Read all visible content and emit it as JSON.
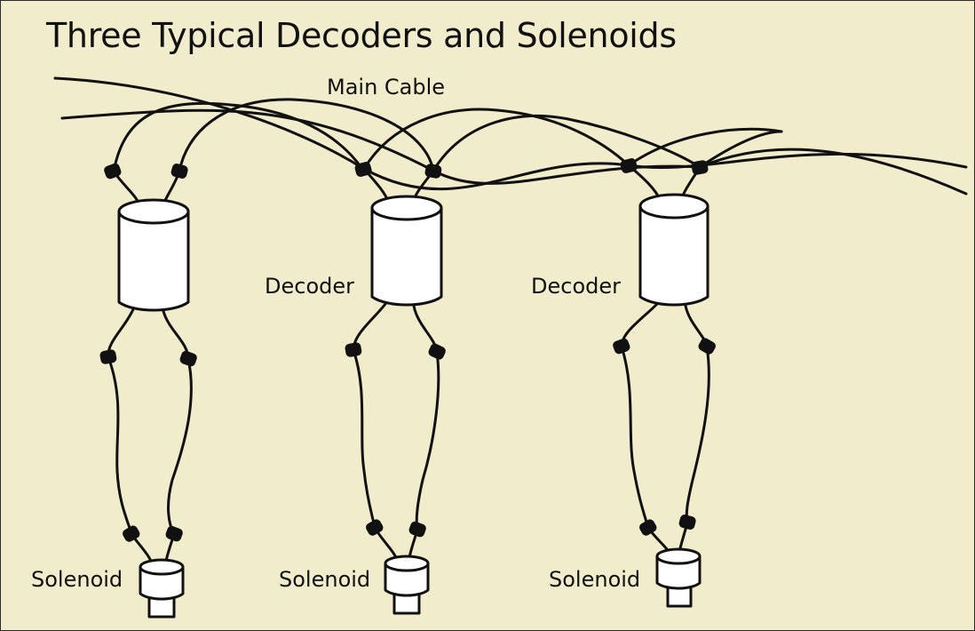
{
  "title": "Three Typical Decoders and Solenoids",
  "labels": {
    "main_cable": "Main Cable",
    "decoder_middle": "Decoder",
    "decoder_right": "Decoder",
    "solenoid_left": "Solenoid",
    "solenoid_middle": "Solenoid",
    "solenoid_right": "Solenoid"
  },
  "colors": {
    "background": "#f0eccc",
    "ink": "#111111",
    "component_fill": "#ffffff"
  },
  "components": {
    "decoder_count": 3,
    "solenoid_count": 3
  }
}
